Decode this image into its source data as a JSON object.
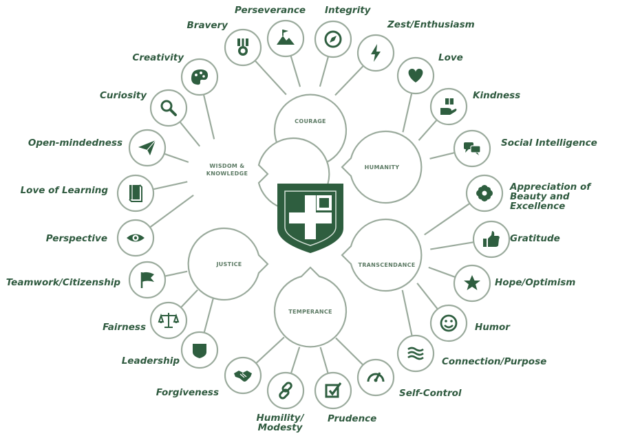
{
  "colors": {
    "primary": "#2e5e3f",
    "line": "#9aaa9c",
    "text": "#2f5a3f",
    "virtue_text": "#5c7a64"
  },
  "virtues": {
    "courage": "COURAGE",
    "wisdom": "WISDOM & KNOWLEDGE",
    "humanity": "HUMANITY",
    "justice": "JUSTICE",
    "transcendance": "TRANSCENDANCE",
    "temperance": "TEMPERANCE"
  },
  "strengths": [
    {
      "key": "bravery",
      "label": "Bravery",
      "icon": "medal-icon"
    },
    {
      "key": "perseverance",
      "label": "Perseverance",
      "icon": "mountain-flag-icon"
    },
    {
      "key": "integrity",
      "label": "Integrity",
      "icon": "compass-icon"
    },
    {
      "key": "zest",
      "label": "Zest/Enthusiasm",
      "icon": "lightning-icon"
    },
    {
      "key": "love",
      "label": "Love",
      "icon": "heart-icon"
    },
    {
      "key": "kindness",
      "label": "Kindness",
      "icon": "gift-hand-icon"
    },
    {
      "key": "social",
      "label": "Social Intelligence",
      "icon": "chat-bubbles-icon"
    },
    {
      "key": "beauty",
      "label": "Appreciation of Beauty and Excellence",
      "icon": "flower-icon"
    },
    {
      "key": "gratitude",
      "label": "Gratitude",
      "icon": "thumbs-up-icon"
    },
    {
      "key": "hope",
      "label": "Hope/Optimism",
      "icon": "star-icon"
    },
    {
      "key": "humor",
      "label": "Humor",
      "icon": "smiley-icon"
    },
    {
      "key": "connection",
      "label": "Connection/Purpose",
      "icon": "waves-icon"
    },
    {
      "key": "selfcontrol",
      "label": "Self-Control",
      "icon": "gauge-icon"
    },
    {
      "key": "prudence",
      "label": "Prudence",
      "icon": "checkbox-icon"
    },
    {
      "key": "humility",
      "label": "Humility/ Modesty",
      "icon": "link-icon"
    },
    {
      "key": "forgiveness",
      "label": "Forgiveness",
      "icon": "handshake-icon"
    },
    {
      "key": "leadership",
      "label": "Leadership",
      "icon": "shield-icon"
    },
    {
      "key": "fairness",
      "label": "Fairness",
      "icon": "scales-icon"
    },
    {
      "key": "teamwork",
      "label": "Teamwork/Citizenship",
      "icon": "flag-icon"
    },
    {
      "key": "perspective",
      "label": "Perspective",
      "icon": "eye-icon"
    },
    {
      "key": "learning",
      "label": "Love of Learning",
      "icon": "book-icon"
    },
    {
      "key": "openmind",
      "label": "Open-mindedness",
      "icon": "paper-plane-icon"
    },
    {
      "key": "curiosity",
      "label": "Curiosity",
      "icon": "magnifier-icon"
    },
    {
      "key": "creativity",
      "label": "Creativity",
      "icon": "palette-icon"
    }
  ]
}
